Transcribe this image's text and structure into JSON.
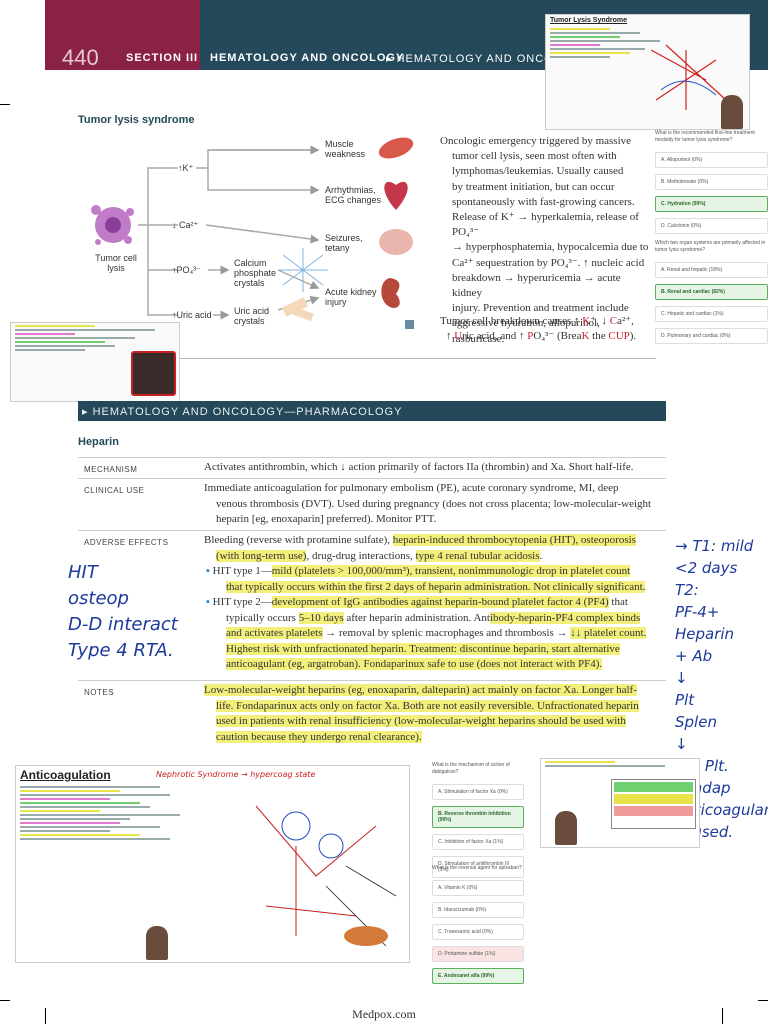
{
  "header": {
    "page_number": "440",
    "section": "SECTION III",
    "chapter": "HEMATOLOGY AND ONCOLOGY",
    "subchapter": "▸ HEMATOLOGY AND ONCOLOGY—"
  },
  "tumor_lysis": {
    "title": "Tumor lysis syndrome",
    "diagram": {
      "cell": "Tumor cell\nlysis",
      "k": "↑K⁺",
      "ca": "↓ Ca²⁺",
      "po4": "↑PO₄³⁻",
      "uric": "↑Uric acid",
      "calcium_crystals": "Calcium\nphosphate\ncrystals",
      "uric_crystals": "Uric acid\ncrystals",
      "muscle": "Muscle\nweakness",
      "arrhythmia": "Arrhythmias,\nECG changes",
      "seizures": "Seizures,\ntetany",
      "aki": "Acute kidney\ninjury"
    },
    "para_lines": [
      "Oncologic emergency triggered by massive",
      "tumor cell lysis, seen most often with",
      "lymphomas/leukemias. Usually caused",
      "by treatment initiation, but can occur",
      "spontaneously with fast-growing cancers.",
      "Release of K⁺ → hyperkalemia, release of PO₄³⁻",
      "→ hyperphosphatemia, hypocalcemia due to",
      "Ca²⁺ sequestration by PO₄³⁻. ↑ nucleic acid",
      "breakdown → hyperuricemia → acute kidney",
      "injury. Prevention and treatment include",
      "aggressive hydration, allopurinol, rasburicase."
    ],
    "mnemonic": {
      "l1a": "Tumor cell breakdown causes ↑ ",
      "l1b": "K",
      "l1c": "⁺, ↓ ",
      "l1d": "C",
      "l1e": "a²⁺,",
      "l2a": "↑ ",
      "l2b": "U",
      "l2c": "ric acid, and ↑ ",
      "l2d": "P",
      "l2e": "O₄³⁻ (Brea",
      "l2f": "K",
      "l2g": " the ",
      "l2h": "CUP",
      "l2i": ")."
    }
  },
  "pharm": {
    "band": "▸ HEMATOLOGY AND ONCOLOGY—PHARMACOLOGY",
    "title": "Heparin",
    "mechanism": {
      "label": "MECHANISM",
      "text": "Activates antithrombin, which ↓ action primarily of factors IIa (thrombin) and Xa. Short half-life."
    },
    "clinical": {
      "label": "CLINICAL USE",
      "l1": "Immediate anticoagulation for pulmonary embolism (PE), acute coronary syndrome, MI, deep",
      "l2": "venous thrombosis (DVT). Used during pregnancy (does not cross placenta; low-molecular-weight",
      "l3": "heparin [eg, enoxaparin] preferred). Monitor PTT."
    },
    "adverse": {
      "label": "ADVERSE EFFECTS",
      "l1a": "Bleeding (reverse with protamine sulfate), ",
      "l1b": "heparin-induced thrombocytopenia (HIT), osteoporosis",
      "l2a": "(with long-term use)",
      "l2b": ", drug-drug interactions, ",
      "l2c": "type 4 renal tubular acidosis",
      "l2d": ".",
      "hit1_a": "HIT type 1—",
      "hit1_b": "mild (platelets > 100,000/mm³), transient, nonimmunologic drop in platelet count",
      "hit1_c": "that typically occurs within the first 2 days of heparin administration. Not clinically significant.",
      "hit2_a": "HIT type 2—",
      "hit2_b": "development of IgG antibodies against heparin-bound platelet factor 4 (PF4)",
      "hit2_c": " that",
      "hit2_d": "typically occurs ",
      "hit2_e": "5–10 days",
      "hit2_f": " after heparin administration. Ant",
      "hit2_g": "ibody-heparin-PF4 complex binds",
      "hit2_h": "and activates platelets",
      "hit2_i": " → removal by splenic macrophages and thrombosis → ",
      "hit2_j": "↓↓ platelet count.",
      "hit2_k": "Highest risk with unfractionated heparin. Treatment: discontinue heparin, start alternative",
      "hit2_l": "anticoagulant (eg, argatroban). Fondaparinux safe to use (does not interact with PF4)."
    },
    "notes": {
      "label": "NOTES",
      "l1": "Low-molecular-weight heparins (eg, enoxaparin, dalteparin) act mainly on factor Xa. Longer half-",
      "l2": "life. Fondaparinux acts only on factor Xa. Both are not easily reversible. Unfractionated heparin",
      "l3": "used in patients with renal insufficiency (low-molecular-weight heparins should be used with",
      "l4": "caution because they undergo renal clearance)."
    }
  },
  "handwriting": {
    "left": [
      "HIT",
      "osteop",
      "D-D interact",
      "Type 4 RTA."
    ],
    "right": [
      "→ T1: mild",
      "<2 days",
      "T2:",
      "PF-4+",
      "Heparin",
      "+ Ab",
      "↓",
      "Plt",
      "Splen",
      "↓",
      "↓↓ Plt.",
      "Fondap",
      "Anticoagulant",
      "✓ used."
    ]
  },
  "thumbs": {
    "tls": "Tumor Lysis Syndrome",
    "anticoag": "Anticoagulation",
    "anticoag_note": "Nephrotic Syndrome → hypercoag state"
  },
  "quiz_top": {
    "q": "What is the recommended first-line treatment modality for tumor lysis syndrome?",
    "opts": [
      "A. Allopurinol (0%)",
      "B. Methotrexate (0%)",
      "C. Hydration (99%)",
      "D. Calcitonin (0%)"
    ],
    "correct": 2
  },
  "quiz_mid": {
    "q": "Which two organ systems are primarily affected in tumor lysis syndrome?",
    "opts": [
      "A. Renal and hepatic (18%)",
      "B. Renal and cardiac (82%)",
      "C. Hepatic and cardiac (1%)",
      "D. Pulmonary and cardiac (0%)"
    ],
    "correct": 1
  },
  "quiz_low1": {
    "q": "What is the mechanism of action of dabigatran?",
    "opts": [
      "A. Stimulation of factor Xa (0%)",
      "B. Reverse thrombin inhibition (99%)",
      "C. Inhibition of factor Xa (1%)",
      "D. Stimulation of antithrombin III (1%)"
    ],
    "correct": 1
  },
  "quiz_low2": {
    "q": "What is the reversal agent for apixaban?",
    "opts": [
      "A. Vitamin K (0%)",
      "B. Idarucizumab (0%)",
      "C. Tranexamic acid (0%)",
      "D. Protamine sulfate (1%)",
      "E. Andexanet alfa (99%)"
    ],
    "correct": 4
  },
  "footer": "Medpox.com",
  "colors": {
    "maroon": "#8a2247",
    "teal": "#24495a",
    "highlight": "#f2ef7a",
    "ink": "#1c3a9a",
    "red": "#c21e2e"
  }
}
